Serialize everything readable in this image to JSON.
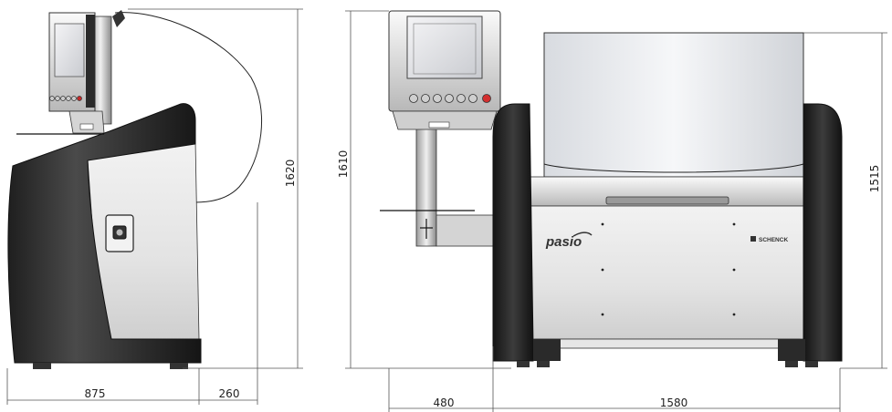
{
  "dimensions": {
    "side_depth": "875",
    "side_overhang": "260",
    "side_height": "1620",
    "front_height": "1610",
    "front_arm": "480",
    "front_width": "1580",
    "front_cover_height": "1515"
  },
  "branding": {
    "product_logo": "pasio",
    "maker_logo": "SCHENCK"
  }
}
